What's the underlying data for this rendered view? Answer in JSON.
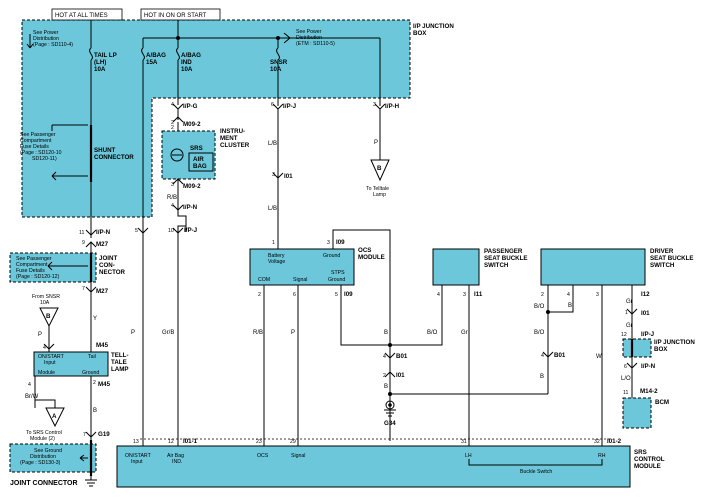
{
  "headers": {
    "hot_always": "HOT AT ALL TIMES",
    "hot_on_start": "HOT IN ON OR START"
  },
  "ip_junction_box": {
    "title_l1": "I/P JUNCTION",
    "title_l2": "BOX",
    "power_left_l1": "See Power",
    "power_left_l2": "Distribution",
    "power_left_l3": "(Page : SD110-4)",
    "power_right_l1": "See Power",
    "power_right_l2": "Distribution",
    "power_right_l3": "(ETM : SD110-5)",
    "fuses": [
      {
        "l1": "TAIL LP",
        "l2": "(LH)",
        "l3": "10A"
      },
      {
        "l1": "A/BAG",
        "l2": "15A"
      },
      {
        "l1": "A/BAG",
        "l2": "IND",
        "l3": "10A"
      },
      {
        "l1": "SNSR",
        "l2": "10A"
      }
    ],
    "shunt_l1": "SHUNT",
    "shunt_l2": "CONNECTOR",
    "passenger_fuse_l1": "See Passenger",
    "passenger_fuse_l2": "Compartment",
    "passenger_fuse_l3": "Fuse Details",
    "passenger_fuse_l4": "(Page : SD120-10",
    "passenger_fuse_l5": "SD120-11)"
  },
  "instrument_cluster": {
    "title_l1": "INSTRU-",
    "title_l2": "MENT",
    "title_l3": "CLUSTER",
    "srs": "SRS",
    "airbag_l1": "AIR",
    "airbag_l2": "BAG"
  },
  "joint_connector_upper": {
    "title_l1": "JOINT",
    "title_l2": "CON-",
    "title_l3": "NECTOR",
    "l1": "See Passenger",
    "l2": "Compartment",
    "l3": "Fuse Details",
    "l4": "(Page : SD120-12)"
  },
  "ocs_module": {
    "title_l1": "OCS",
    "title_l2": "MODULE",
    "battery_l1": "Battery",
    "battery_l2": "Voltage",
    "ground": "Ground",
    "com": "COM",
    "signal": "Signal",
    "stps_l1": "STPS",
    "stps_l2": "Ground"
  },
  "passenger_buckle": {
    "l1": "PASSENGER",
    "l2": "SEAT BUCKLE",
    "l3": "SWITCH"
  },
  "driver_buckle": {
    "l1": "DRIVER",
    "l2": "SEAT BUCKLE",
    "l3": "SWITCH"
  },
  "telltale": {
    "title_l1": "TELL-",
    "title_l2": "TALE",
    "title_l3": "LAMP",
    "on_start_l1": "ON/START",
    "on_start_l2": "Input",
    "tail": "Tail",
    "module": "Module",
    "ground": "Ground"
  },
  "from_snsr_l1": "From SNSR",
  "from_snsr_l2": "10A",
  "to_telltale_l1": "To Telltale",
  "to_telltale_l2": "Lamp",
  "to_srs_l1": "To SRS Control",
  "to_srs_l2": "Module (2)",
  "ground_dist": {
    "l1": "See Ground",
    "l2": "Distribution",
    "l3": "(Page : SD130-3)"
  },
  "joint_connector_lower": "JOINT CONNECTOR",
  "ip_junction_small": {
    "l1": "I/P JUNCTION",
    "l2": "BOX"
  },
  "bcm": "BCM",
  "srs_control": {
    "title_l1": "SRS",
    "title_l2": "CONTROL",
    "title_l3": "MODULE",
    "on_start_l1": "ON/START",
    "on_start_l2": "Input",
    "airbag_ind_l1": "Air Bag",
    "airbag_ind_l2": "IND.",
    "ocs": "OCS",
    "signal": "Signal",
    "lh": "LH",
    "rh": "RH",
    "buckle_switch": "Buckle Switch"
  },
  "connectors": {
    "ipg": "I/P-G",
    "ipj": "I/P-J",
    "iph": "I/P-H",
    "m09_2": "M09-2",
    "m09_2b": "M09-2",
    "ipn": "I/P-N",
    "ipj2": "I/P-J",
    "i01": "I01",
    "i09": "I09",
    "m27a": "M27",
    "m27b": "M27",
    "ipn_left": "I/P-N",
    "m45a": "M45",
    "m45b": "M45",
    "i09b": "I09",
    "i11": "I11",
    "i12": "I12",
    "i01_r": "I01",
    "ipj_r": "I/P-J",
    "ipn_r": "I/P-N",
    "m14_2": "M14-2",
    "b01": "B01",
    "i01b": "I01",
    "g34": "G34",
    "g19": "G19",
    "i01_1": "I01-1",
    "i01_2": "I01-2"
  },
  "colors": {
    "box_fill": "#6cc7da"
  },
  "pins": {
    "ipg_top": "4",
    "ipg_bot": "2",
    "ipj_top": "6",
    "iph_top": "3",
    "m092_top": "2",
    "m092_bot": "3",
    "ipn_c": "4",
    "ipj_c1": "5",
    "ipj_c2": "10",
    "i01_top": "3",
    "ocs1": "1",
    "ocs3": "3",
    "ocs2": "2",
    "ocs6": "6",
    "ocs5": "5",
    "p4": "4",
    "p3": "3",
    "d2": "2",
    "d4": "4",
    "d3": "3",
    "i12": "1",
    "ipj_r": "12",
    "ipn_r": "6",
    "bcm": "11",
    "ipn_l1": "11",
    "m27_9": "9",
    "m27_7": "7",
    "m45_p": "4",
    "m45_2": "2",
    "m45_7": "7",
    "b01": "4",
    "i01b": "2",
    "srs13": "13",
    "srs12": "12",
    "srs23": "23",
    "srs29": "29",
    "srs31": "31",
    "srs32": "32"
  },
  "wires": {
    "p": "P",
    "gr_b": "Gr/B",
    "r_b": "R/B",
    "l_b": "L/B",
    "b": "B",
    "b_o": "B/O",
    "gr": "Gr",
    "w": "W",
    "y": "Y",
    "br_w": "Br/W",
    "l_o": "L/O"
  }
}
